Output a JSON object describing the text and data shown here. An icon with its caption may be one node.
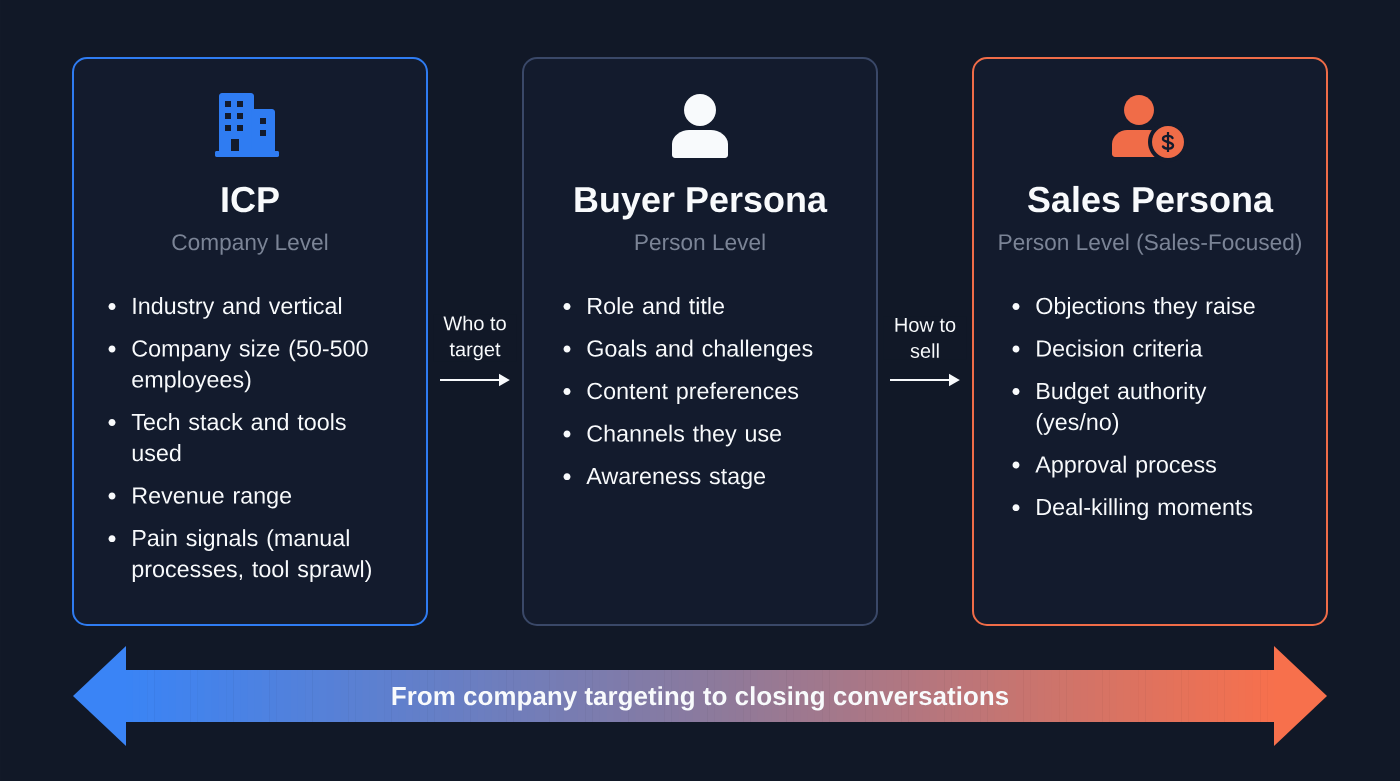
{
  "diagram": {
    "nodes": [
      {
        "text": [
          "ICP",
          "Company Level",
          "Industry and vertical",
          "Company size (50-500 employees)",
          "Tech stack and tools used",
          "Revenue range",
          "Pain signals (manual processes, tool sprawl)"
        ]
      },
      {
        "text": [
          "Buyer Persona",
          "Person Level",
          "Role and title",
          "Goals and challenges",
          "Content preferences",
          "Channels they use",
          "Awareness stage"
        ]
      },
      {
        "text": [
          "Sales Persona",
          "Person Level (Sales-Focused)",
          "Objections they raise",
          "Decision criteria",
          "Budget authority (yes/no)",
          "Approval process",
          "Deal-killing moments"
        ]
      },
      {
        "text": [
          "From company targeting to closing conversations"
        ]
      }
    ],
    "edges": [
      {
        "from": 0,
        "to": 1,
        "arrow": "to",
        "label": "Who to target"
      },
      {
        "from": 1,
        "to": 2,
        "arrow": "to",
        "label": "How to sell"
      }
    ]
  }
}
